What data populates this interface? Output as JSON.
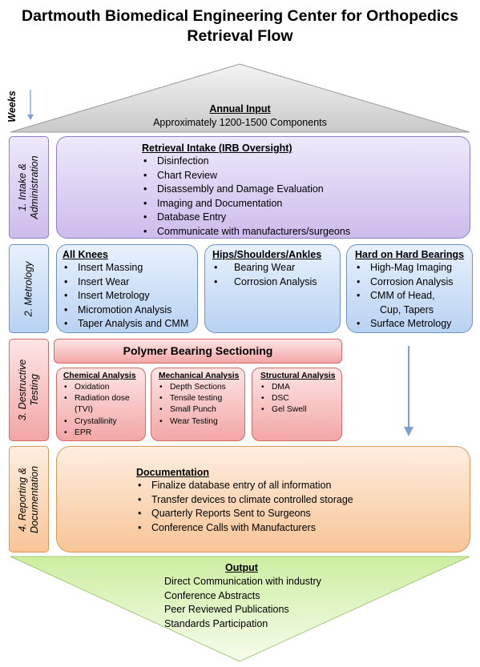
{
  "title": {
    "line1": "Dartmouth Biomedical Engineering Center for Orthopedics",
    "line2": "Retrieval Flow"
  },
  "weeks_label": "Weeks",
  "input": {
    "heading": "Annual Input",
    "text": "Approximately 1200-1500 Components"
  },
  "stages": {
    "intake": "1. Intake & Administration",
    "metrology": "2. Metrology",
    "destructive": "3. Destructive Testing",
    "reporting": "4. Reporting & Documentation"
  },
  "intake_card": {
    "heading": "Retrieval Intake (IRB Oversight)",
    "items": [
      "Disinfection",
      "Chart Review",
      "Disassembly and Damage Evaluation",
      "Imaging and Documentation",
      "Database Entry",
      "Communicate with manufacturers/surgeons"
    ]
  },
  "metrology_cards": {
    "knees": {
      "heading": "All Knees",
      "items": [
        "Insert Massing",
        "Insert Wear",
        "Insert Metrology",
        "Micromotion Analysis",
        "Taper Analysis and CMM"
      ]
    },
    "hips": {
      "heading": "Hips/Shoulders/Ankles",
      "items": [
        "Bearing Wear",
        "Corrosion Analysis"
      ]
    },
    "hard": {
      "heading": "Hard on Hard Bearings",
      "items": [
        "High-Mag Imaging",
        "Corrosion Analysis",
        "CMM  of Head,",
        "Cup, Tapers",
        "Surface Metrology"
      ]
    }
  },
  "destructive": {
    "banner": "Polymer Bearing Sectioning",
    "chemical": {
      "heading": "Chemical Analysis",
      "items": [
        "Oxidation",
        "Radiation dose",
        "(TVI)",
        "Crystallinity",
        "EPR"
      ]
    },
    "mechanical": {
      "heading": "Mechanical Analysis",
      "items": [
        "Depth Sections",
        "Tensile testing",
        "Small Punch",
        "Wear Testing"
      ]
    },
    "structural": {
      "heading": "Structural Analysis",
      "items": [
        "DMA",
        "DSC",
        "Gel Swell"
      ]
    }
  },
  "documentation": {
    "heading": "Documentation",
    "items": [
      "Finalize database entry of all information",
      "Transfer devices to climate controlled storage",
      "Quarterly Reports Sent to Surgeons",
      "Conference Calls with Manufacturers"
    ]
  },
  "output": {
    "heading": "Output",
    "items": [
      "Direct Communication with industry",
      "Conference Abstracts",
      "Peer Reviewed Publications",
      "Standards Participation"
    ]
  },
  "colors": {
    "purple": "#cdbcec",
    "blue": "#b9d2f2",
    "red": "#f3a6a6",
    "orange": "#f8c597",
    "green": "#cdeea0",
    "arrow": "#7da0cc"
  }
}
